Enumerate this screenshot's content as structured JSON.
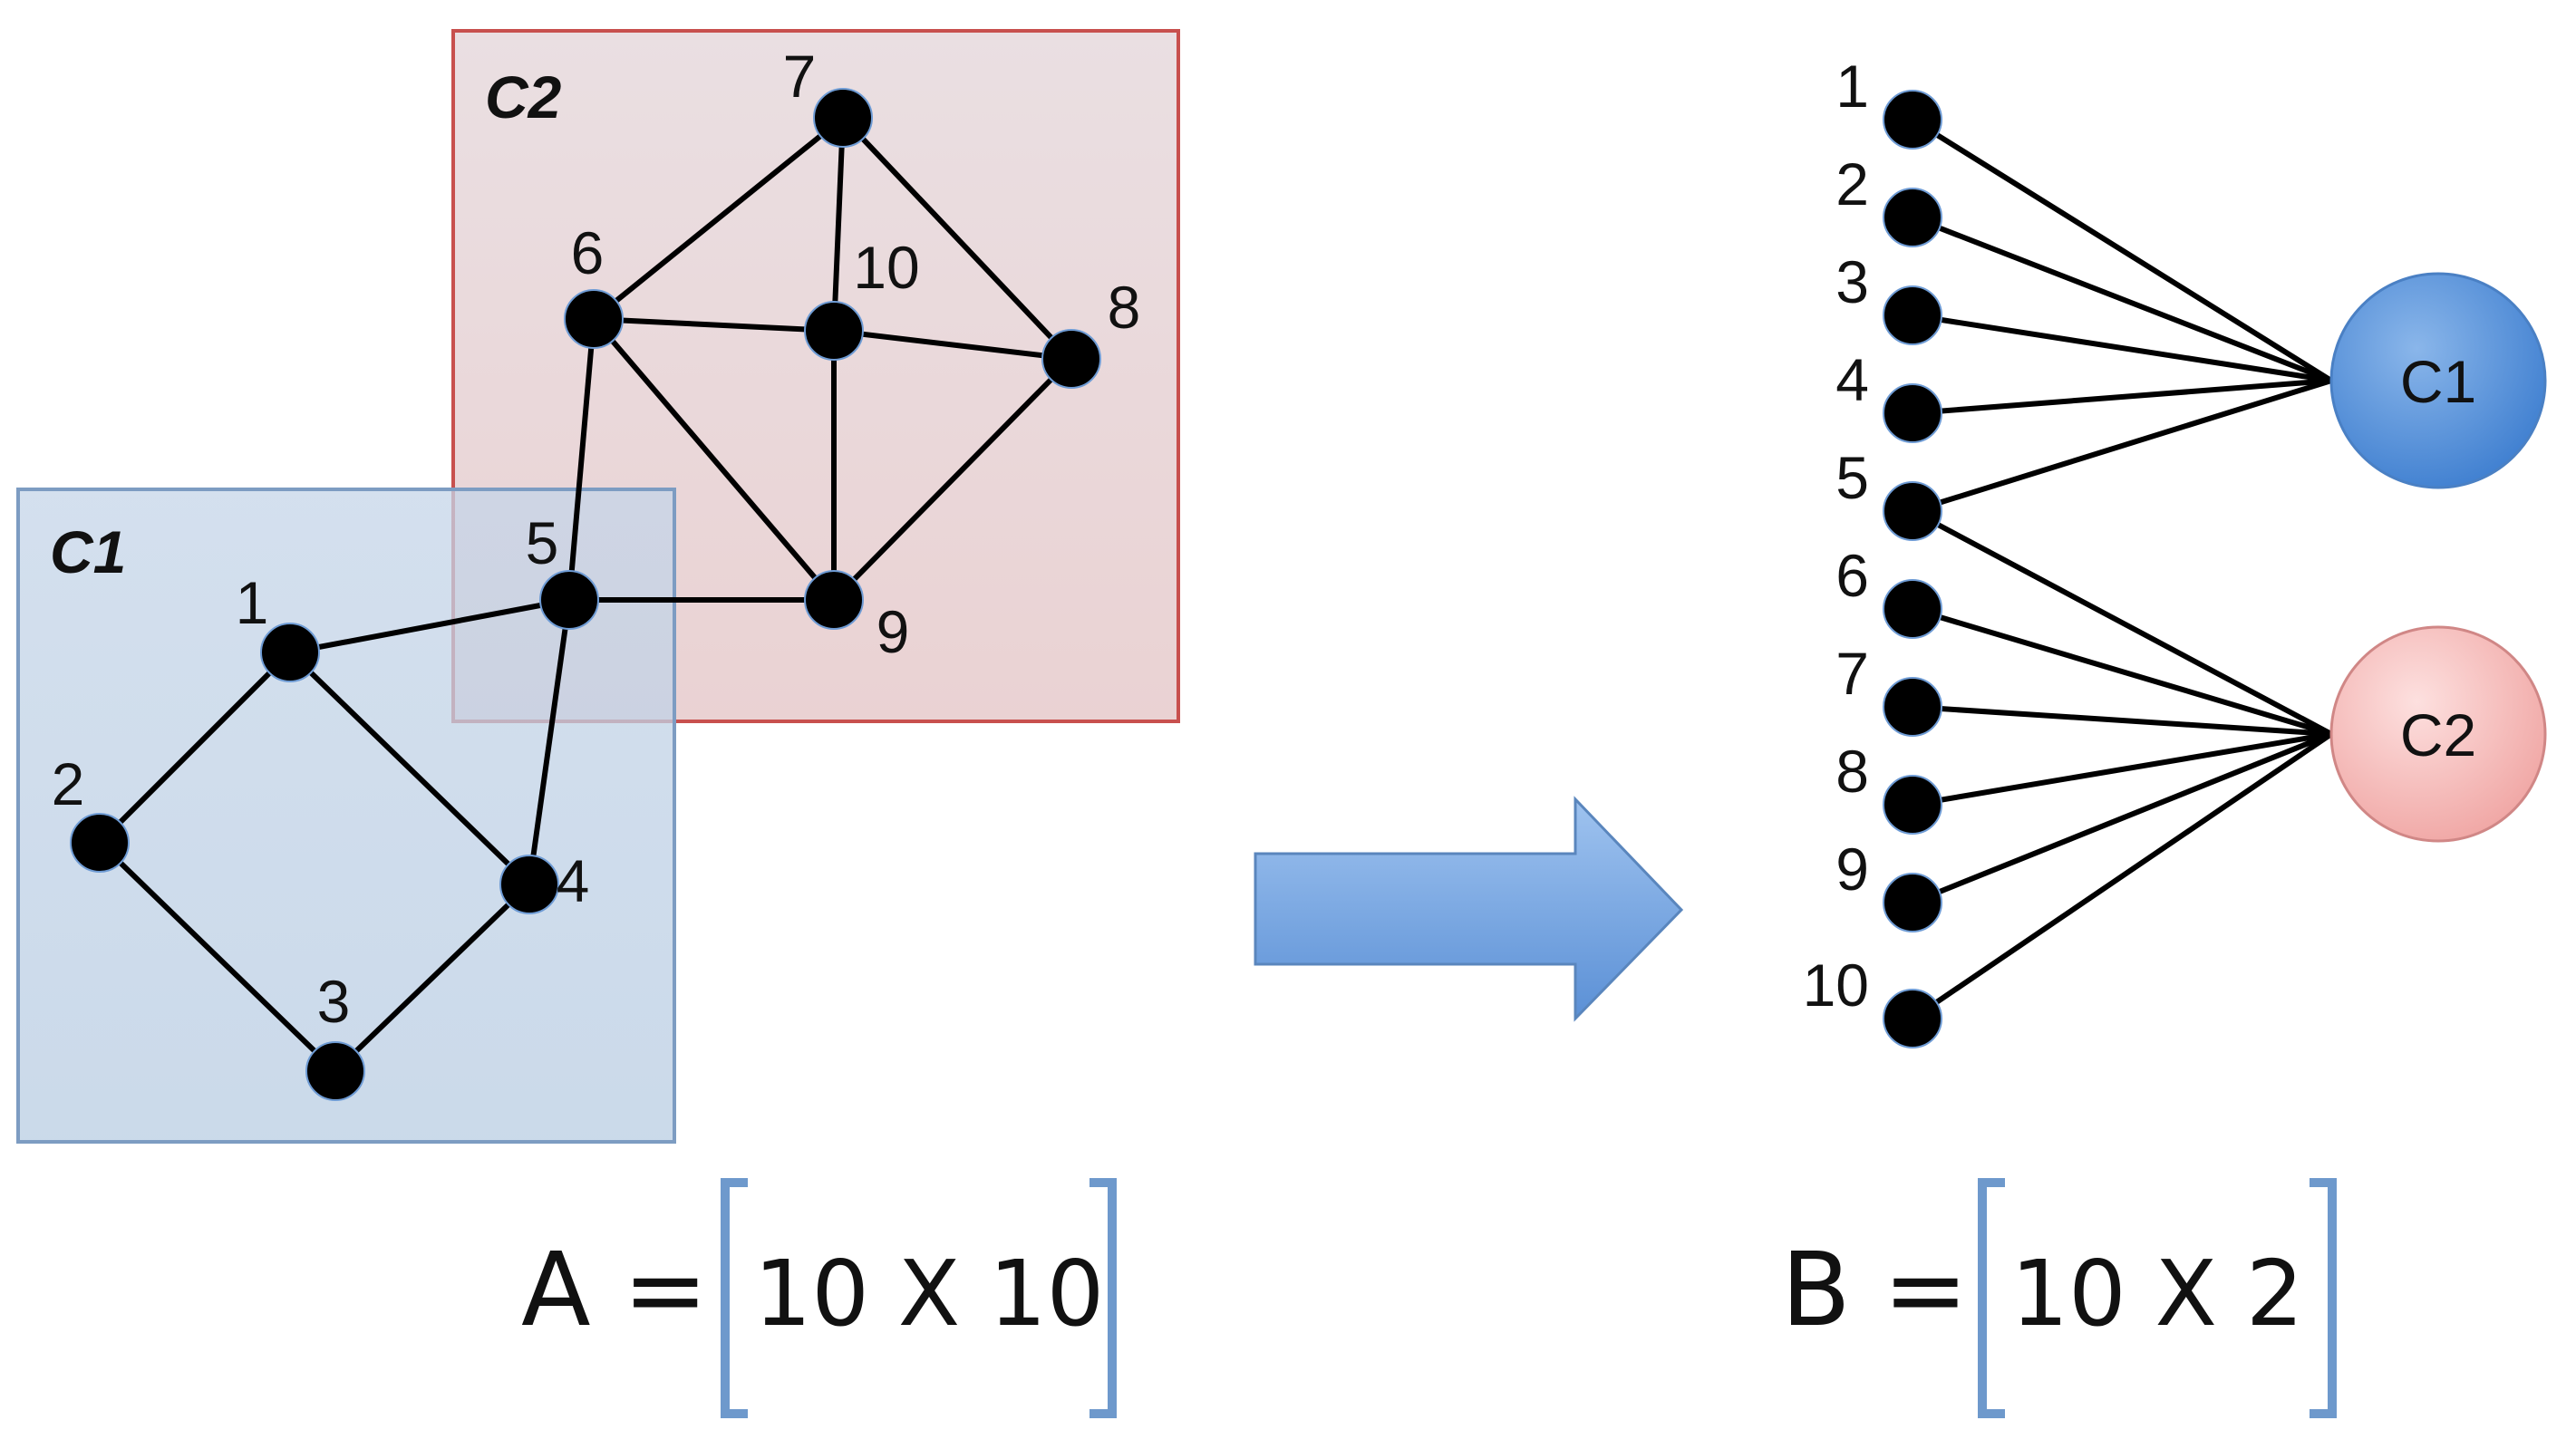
{
  "left_graph": {
    "communities": [
      {
        "id": "C1",
        "label": "C1",
        "fill": "#c0d3e6",
        "stroke": "#7d9cc2"
      },
      {
        "id": "C2",
        "label": "C2",
        "fill": "#ecd7d8",
        "stroke": "#c8504e"
      }
    ],
    "nodes": [
      {
        "id": "1",
        "label": "1"
      },
      {
        "id": "2",
        "label": "2"
      },
      {
        "id": "3",
        "label": "3"
      },
      {
        "id": "4",
        "label": "4"
      },
      {
        "id": "5",
        "label": "5"
      },
      {
        "id": "6",
        "label": "6"
      },
      {
        "id": "7",
        "label": "7"
      },
      {
        "id": "8",
        "label": "8"
      },
      {
        "id": "9",
        "label": "9"
      },
      {
        "id": "10",
        "label": "10"
      }
    ],
    "edges": [
      [
        "1",
        "2"
      ],
      [
        "2",
        "3"
      ],
      [
        "3",
        "4"
      ],
      [
        "1",
        "4"
      ],
      [
        "1",
        "5"
      ],
      [
        "4",
        "5"
      ],
      [
        "5",
        "6"
      ],
      [
        "5",
        "9"
      ],
      [
        "6",
        "7"
      ],
      [
        "6",
        "10"
      ],
      [
        "6",
        "9"
      ],
      [
        "7",
        "10"
      ],
      [
        "7",
        "8"
      ],
      [
        "10",
        "8"
      ],
      [
        "10",
        "9"
      ],
      [
        "8",
        "9"
      ]
    ]
  },
  "arrow": {
    "fill": "#6d9fdc",
    "stroke": "#5a86bd"
  },
  "right_graph": {
    "nodes": [
      "1",
      "2",
      "3",
      "4",
      "5",
      "6",
      "7",
      "8",
      "9",
      "10"
    ],
    "communities": [
      {
        "id": "C1",
        "label": "C1",
        "fill": "#5b95db",
        "stroke": "#4a80c4"
      },
      {
        "id": "C2",
        "label": "C2",
        "fill": "#f2b4b3",
        "stroke": "#d08786"
      }
    ],
    "memberships": [
      [
        "1",
        "C1"
      ],
      [
        "2",
        "C1"
      ],
      [
        "3",
        "C1"
      ],
      [
        "4",
        "C1"
      ],
      [
        "5",
        "C1"
      ],
      [
        "5",
        "C2"
      ],
      [
        "6",
        "C2"
      ],
      [
        "7",
        "C2"
      ],
      [
        "8",
        "C2"
      ],
      [
        "9",
        "C2"
      ],
      [
        "10",
        "C2"
      ]
    ]
  },
  "equations": {
    "a_lhs": "A =",
    "a_matrix": "10 X 10",
    "b_lhs": "B =",
    "b_matrix": "10 X 2",
    "bracket_color": "#6e99cc"
  }
}
